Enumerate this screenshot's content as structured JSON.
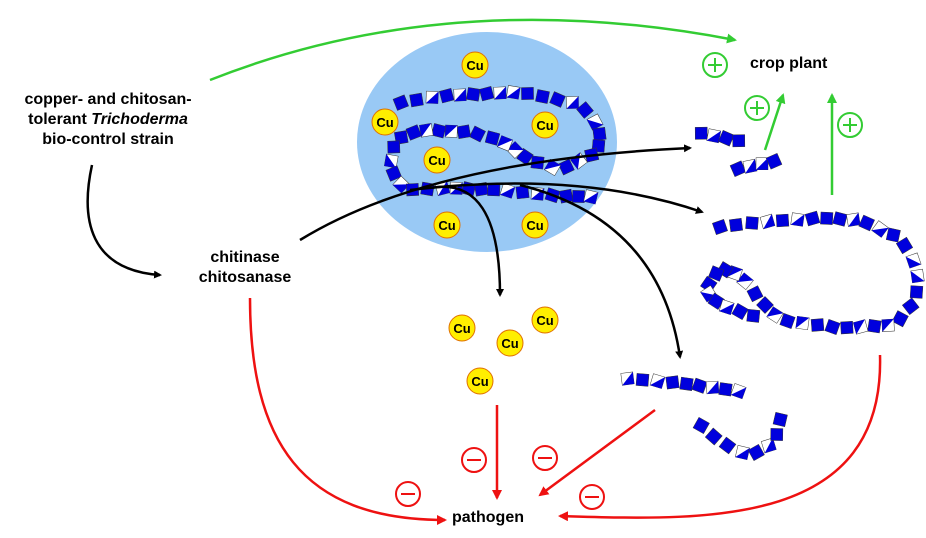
{
  "labels": {
    "strain_line1": "copper- and chitosan-",
    "strain_line2_prefix": "tolerant ",
    "strain_line2_italic": "Trichoderma",
    "strain_line3": "bio-control strain",
    "enzyme1": "chitinase",
    "enzyme2": "chitosanase",
    "crop": "crop plant",
    "pathogen": "pathogen",
    "copper": "Cu",
    "plus": "+",
    "minus": "−"
  },
  "colors": {
    "ellipse": "#99c9f5",
    "chain_blue": "#0000dd",
    "copper_fill": "#ffee00",
    "copper_stroke": "#e07000",
    "positive": "#33cc33",
    "negative": "#ee1111",
    "arrow": "#000000"
  }
}
